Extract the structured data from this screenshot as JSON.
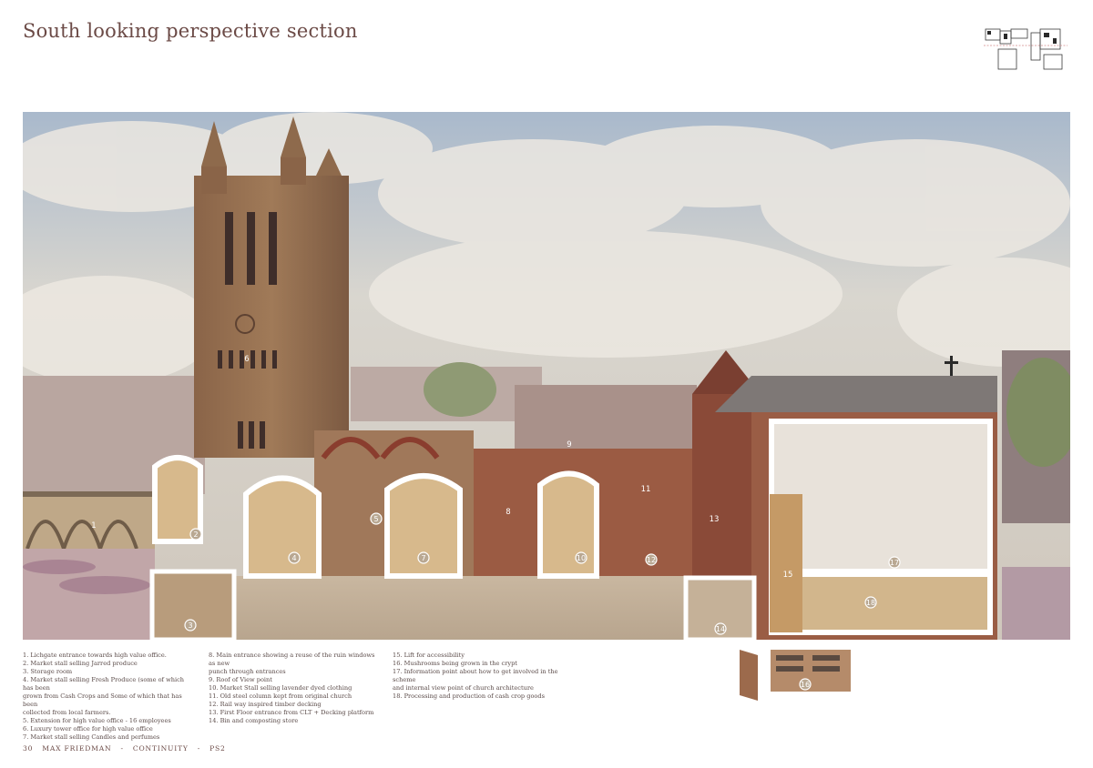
{
  "page": {
    "title": "South looking perspective section"
  },
  "footer": {
    "page_number": "30",
    "author": "MAX FRIEDMAN",
    "separator1": "-",
    "project": "CONTINUITY",
    "separator2": "-",
    "studio": "PS2"
  },
  "legend": {
    "col1": [
      {
        "text": "1. Lichgate entrance towards high value office."
      },
      {
        "text": "2. Market stall selling Jarred produce"
      },
      {
        "text": "3. Storage room"
      },
      {
        "text": "4. Market stall selling Fresh Produce (some of which has been",
        "cont": [
          "grown from Cash Crops and Some of which that has been",
          "collected from local farmers."
        ]
      },
      {
        "text": "5. Extension for high value office - 16 employees"
      },
      {
        "text": "6. Luxury tower office for high value office"
      },
      {
        "text": "7. Market stall selling Candles and perfumes"
      }
    ],
    "col2": [
      {
        "text": "8. Main entrance showing a reuse of the ruin windows as new",
        "cont": [
          "punch through entrances"
        ]
      },
      {
        "text": "9. Roof of View point"
      },
      {
        "text": "10. Market Stall selling lavender dyed clothing"
      },
      {
        "text": "11. Old steel column kept from original church"
      },
      {
        "text": "12. Rail way inspired timber decking"
      },
      {
        "text": "13. First Floor entrance from CLT + Decking  platform"
      },
      {
        "text": "14. Bin and composting store"
      }
    ],
    "col3": [
      {
        "text": "15. Lift for accessibility"
      },
      {
        "text": "16. Mushrooms being grown in the crypt"
      },
      {
        "text": "17. Information point about how to get involved in the scheme",
        "cont": [
          "and internal view point of church architecture"
        ]
      },
      {
        "text": "18. Processing and production of cash crop goods"
      }
    ]
  },
  "markers": {
    "m1": "1",
    "m2": "2",
    "m3": "3",
    "m4": "4",
    "m5": "5",
    "m6": "6",
    "m7": "7",
    "m8": "8",
    "m9": "9",
    "m10": "10",
    "m11": "11",
    "m12": "12",
    "m13": "13",
    "m14": "14",
    "m15": "15",
    "m16": "16",
    "m17": "17",
    "m18": "18"
  },
  "colors": {
    "sky": "#c9cfd6",
    "brick": "#8e5a44",
    "stone": "#9c7a5c",
    "timber": "#d8b88a",
    "cut_white": "#ffffff",
    "text_brown": "#6b4a46"
  }
}
